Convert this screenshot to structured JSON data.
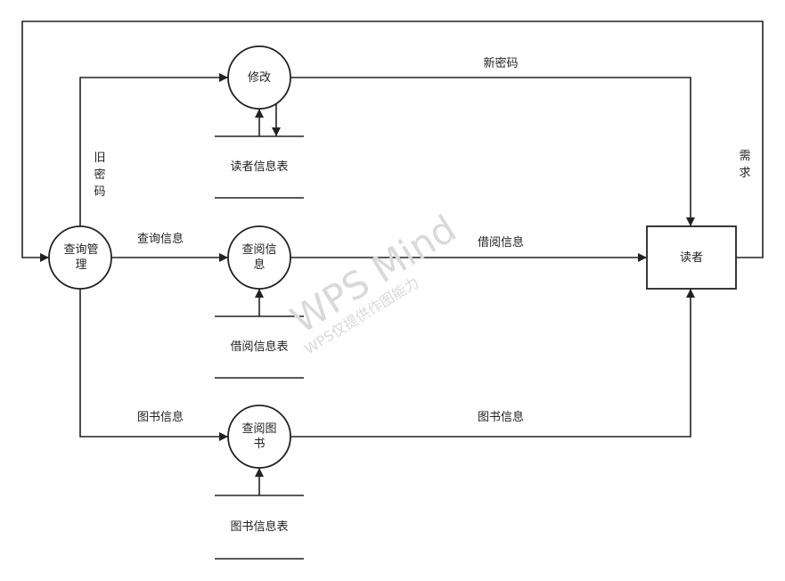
{
  "processes": {
    "modify": "修改",
    "query_manage": "查询管理",
    "view_borrow": "查阅信息",
    "view_book": "查阅图书"
  },
  "entity": {
    "reader": "读者"
  },
  "stores": {
    "reader_table": "读者信息表",
    "borrow_table": "借阅信息表",
    "book_table": "图书信息表"
  },
  "flows": {
    "new_password": "新密码",
    "old_password": "旧密码",
    "demand": "需求",
    "query_info": "查询信息",
    "borrow_info": "借阅信息",
    "book_info_left": "图书信息",
    "book_info_right": "图书信息"
  },
  "watermark": {
    "main": "WPS Mind",
    "sub": "WPS仅提供作图能力"
  }
}
